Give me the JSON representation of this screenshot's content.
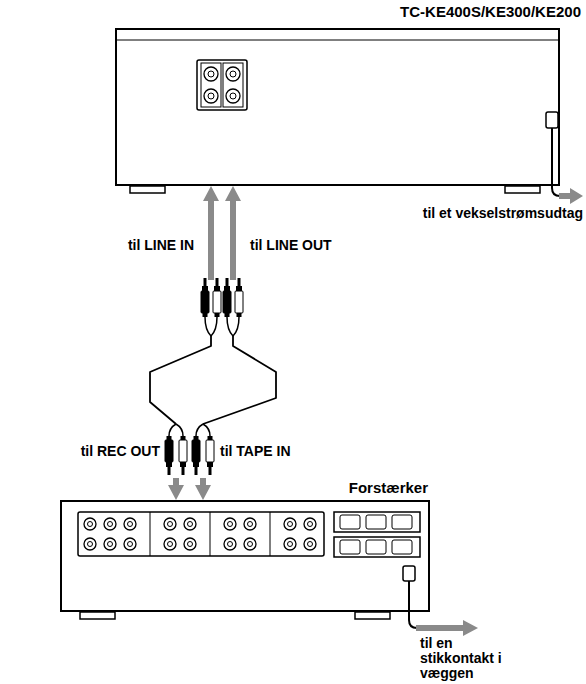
{
  "diagram": {
    "nodes": [
      {
        "text": [
          "TC-KE400S/KE300/KE200"
        ]
      },
      {
        "text": [
          "Forstærker"
        ]
      }
    ],
    "edges": [
      {
        "from": 0,
        "to": 1,
        "arrow": "both"
      },
      {
        "from": 0,
        "to": 1,
        "arrow": "both"
      }
    ],
    "labels": [
      "til LINE IN",
      "til LINE OUT",
      "til et vekselstrømsudtag",
      "til REC OUT",
      "til TAPE IN",
      "til en stikkontakt i væggen"
    ]
  }
}
